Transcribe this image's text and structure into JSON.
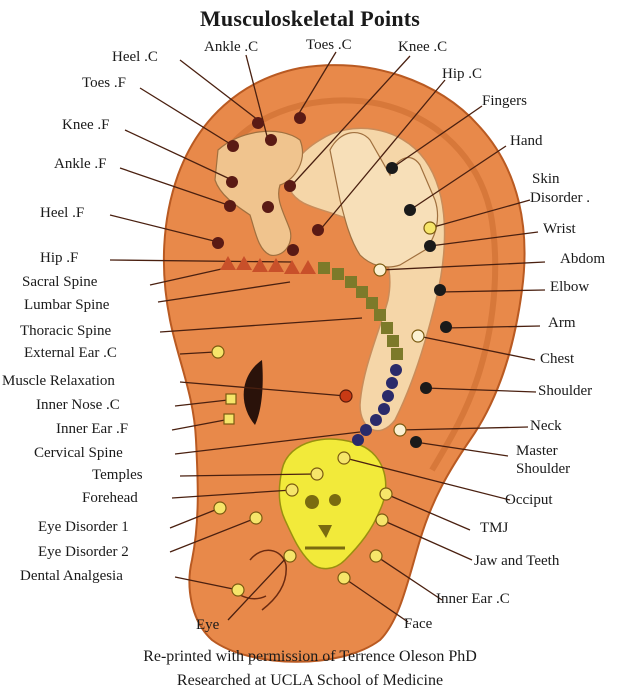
{
  "title": "Musculoskeletal Points",
  "colors": {
    "ear_outer": "#e8894a",
    "ear_shadow": "#c9692e",
    "ear_inner": "#f5d6a8",
    "skull": "#f2ea3a",
    "dot_dark": "#4a1010",
    "dot_black": "#1a1a1a",
    "dot_yellow": "#f6e56a",
    "spine_green": "#7c7a2a",
    "spine_blue": "#2a2a6a",
    "sacral_red": "#c8502a"
  },
  "labels": {
    "heel_c": "Heel .C",
    "ankle_c": "Ankle .C",
    "toes_c": "Toes .C",
    "knee_c": "Knee .C",
    "toes_f": "Toes .F",
    "hip_c": "Hip .C",
    "fingers": "Fingers",
    "knee_f": "Knee .F",
    "hand": "Hand",
    "ankle_f": "Ankle .F",
    "skin_1": "Skin",
    "skin_2": "Disorder .",
    "heel_f": "Heel .F",
    "wrist": "Wrist",
    "hip_f": "Hip .F",
    "abdomen": "Abdom",
    "sacral": "Sacral Spine",
    "elbow": "Elbow",
    "lumbar": "Lumbar Spine",
    "arm": "Arm",
    "thoracic": "Thoracic Spine",
    "external_ear": "External Ear .C",
    "chest": "Chest",
    "muscle": "Muscle Relaxation",
    "shoulder": "Shoulder",
    "inner_nose": "Inner Nose .C",
    "neck": "Neck",
    "inner_ear_f": "Inner Ear .F",
    "master_1": "Master",
    "master_2": "Shoulder",
    "cervical": "Cervical Spine",
    "temples": "Temples",
    "occiput": "Occiput",
    "forehead": "Forehead",
    "tmj": "TMJ",
    "eye_disorder1": "Eye Disorder 1",
    "jaw": "Jaw and Teeth",
    "eye_disorder2": "Eye Disorder 2",
    "dental": "Dental Analgesia",
    "inner_ear_c": "Inner Ear .C",
    "eye": "Eye",
    "face": "Face"
  },
  "footer": {
    "line1": "Re-printed with permission of Terrence Oleson PhD",
    "line2": "Researched at UCLA School of Medicine"
  }
}
